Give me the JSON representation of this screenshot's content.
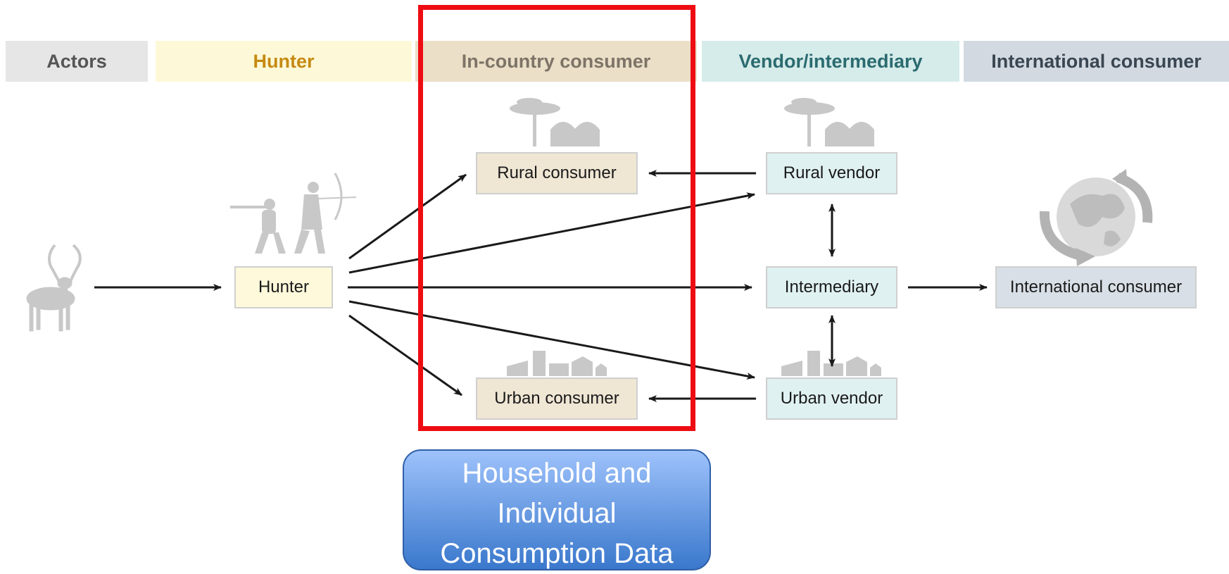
{
  "headers": {
    "actors": "Actors",
    "hunter": "Hunter",
    "in_country": "In-country consumer",
    "vendor": "Vendor/intermediary",
    "international": "International consumer"
  },
  "nodes": {
    "hunter": "Hunter",
    "rural_consumer": "Rural consumer",
    "urban_consumer": "Urban consumer",
    "rural_vendor": "Rural vendor",
    "intermediary": "Intermediary",
    "urban_vendor": "Urban vendor",
    "international_consumer": "International consumer"
  },
  "callout": {
    "line1": "Household and",
    "line2": "Individual",
    "line3": "Consumption Data"
  },
  "colors": {
    "highlight": "#ee0c13",
    "arrows": "#1a1a1a",
    "silhouettes": "#c8c8c8"
  },
  "icons": [
    "antelope-icon",
    "hunters-icon",
    "rural-village-icon",
    "urban-city-icon",
    "globe-icon"
  ]
}
